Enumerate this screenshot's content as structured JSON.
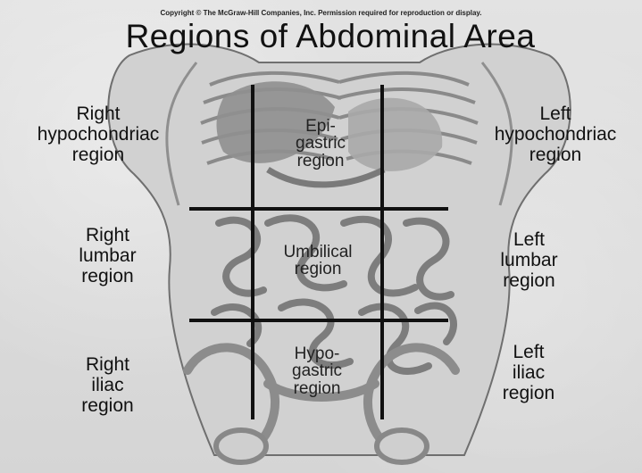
{
  "copyright": "Copyright © The McGraw-Hill Companies, Inc. Permission required for reproduction or display.",
  "title": "Regions of Abdominal Area",
  "regions": {
    "right_hypochondriac": [
      "Right",
      "hypochondriac",
      "region"
    ],
    "epigastric": [
      "Epi-",
      "gastric",
      "region"
    ],
    "left_hypochondriac": [
      "Left",
      "hypochondriac",
      "region"
    ],
    "right_lumbar": [
      "Right",
      "lumbar",
      "region"
    ],
    "umbilical": [
      "Umbilical",
      "region"
    ],
    "left_lumbar": [
      "Left",
      "lumbar",
      "region"
    ],
    "right_iliac": [
      "Right",
      "iliac",
      "region"
    ],
    "hypogastric": [
      "Hypo-",
      "gastric",
      "region"
    ],
    "left_iliac": [
      "Left",
      "iliac",
      "region"
    ]
  },
  "colors": {
    "background": "#d9d9d9",
    "lines": "#111111",
    "anatomy_shading": "#9a9a9a"
  }
}
